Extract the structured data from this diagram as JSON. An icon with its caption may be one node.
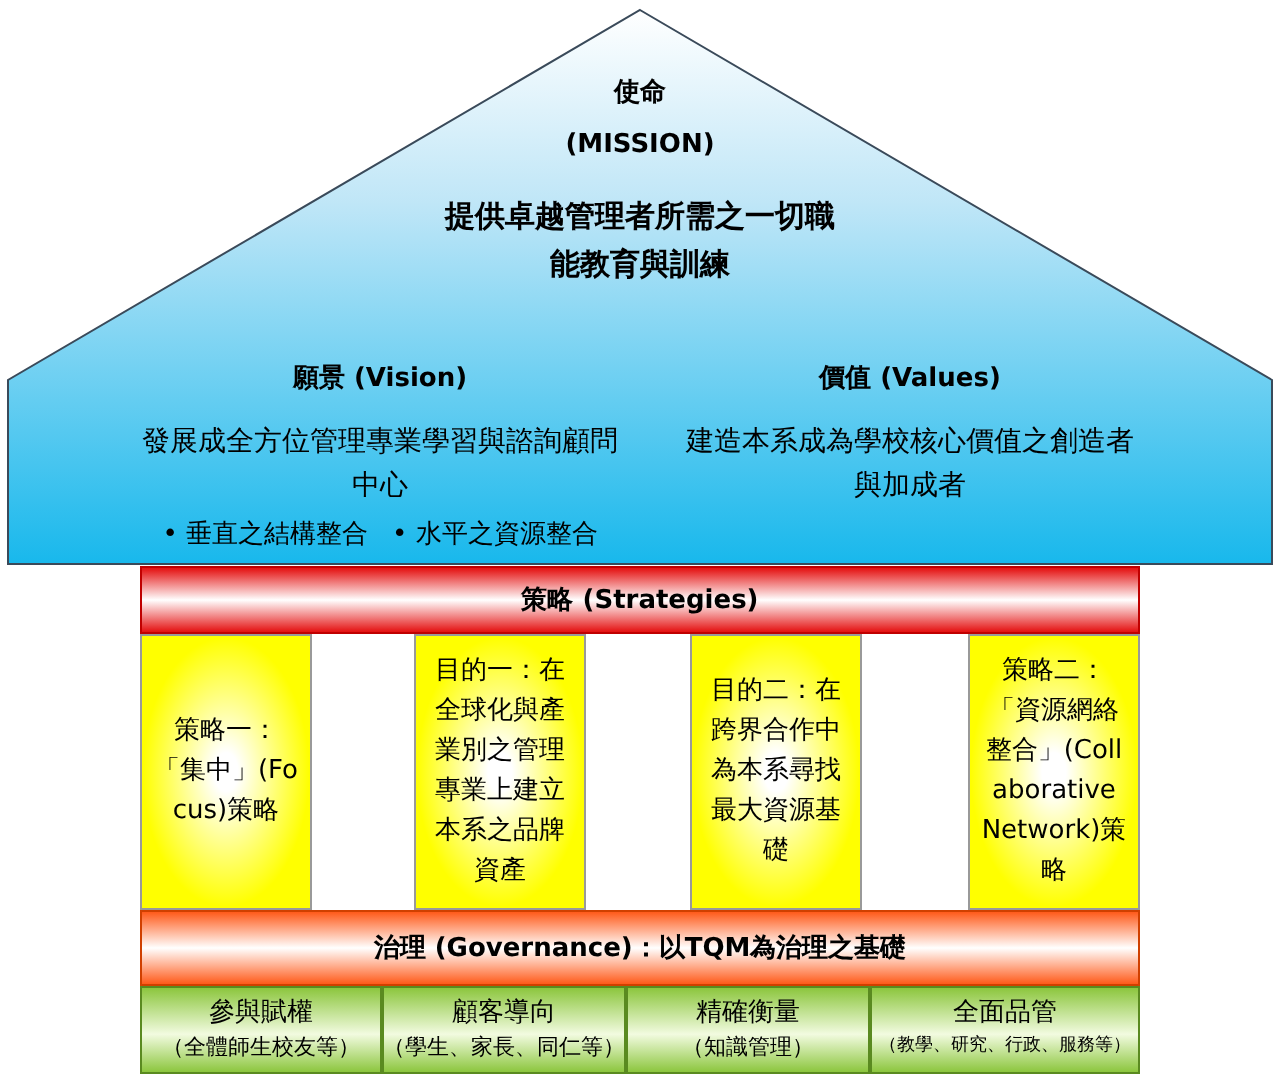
{
  "diagram": {
    "nodes": [
      {
        "text": [
          "使命",
          "(MISSION)",
          "提供卓越管理者所需之一切職能教育與訓練"
        ]
      },
      {
        "text": [
          "願景 (Vision)",
          "發展成全方位管理專業學習與諮詢顧問中心",
          "• 垂直之結構整合",
          "• 水平之資源整合"
        ],
        "in": 0
      },
      {
        "text": [
          "價值 (Values)",
          "建造本系成為學校核心價值之創造者與加成者"
        ],
        "in": 0
      },
      {
        "text": [
          "策略 (Strategies)"
        ]
      },
      {
        "text": [
          "策略一：「集中」(Focus)策略"
        ]
      },
      {
        "text": [
          "目的一：在全球化與產業別之管理專業上建立本系之品牌資產"
        ]
      },
      {
        "text": [
          "目的二：在跨界合作中為本系尋找最大資源基礎"
        ]
      },
      {
        "text": [
          "策略二：「資源網絡整合」(Collaborative Network)策略"
        ]
      },
      {
        "text": [
          "治理 (Governance)：以TQM為治理之基礎"
        ]
      },
      {
        "text": [
          "參與賦權",
          "（全體師生校友等）"
        ]
      },
      {
        "text": [
          "顧客導向",
          "（學生、家長、同仁等）"
        ]
      },
      {
        "text": [
          "精確衡量",
          "（知識管理）"
        ]
      },
      {
        "text": [
          "全面品管",
          "（教學、研究、行政、服務等）"
        ]
      }
    ]
  }
}
